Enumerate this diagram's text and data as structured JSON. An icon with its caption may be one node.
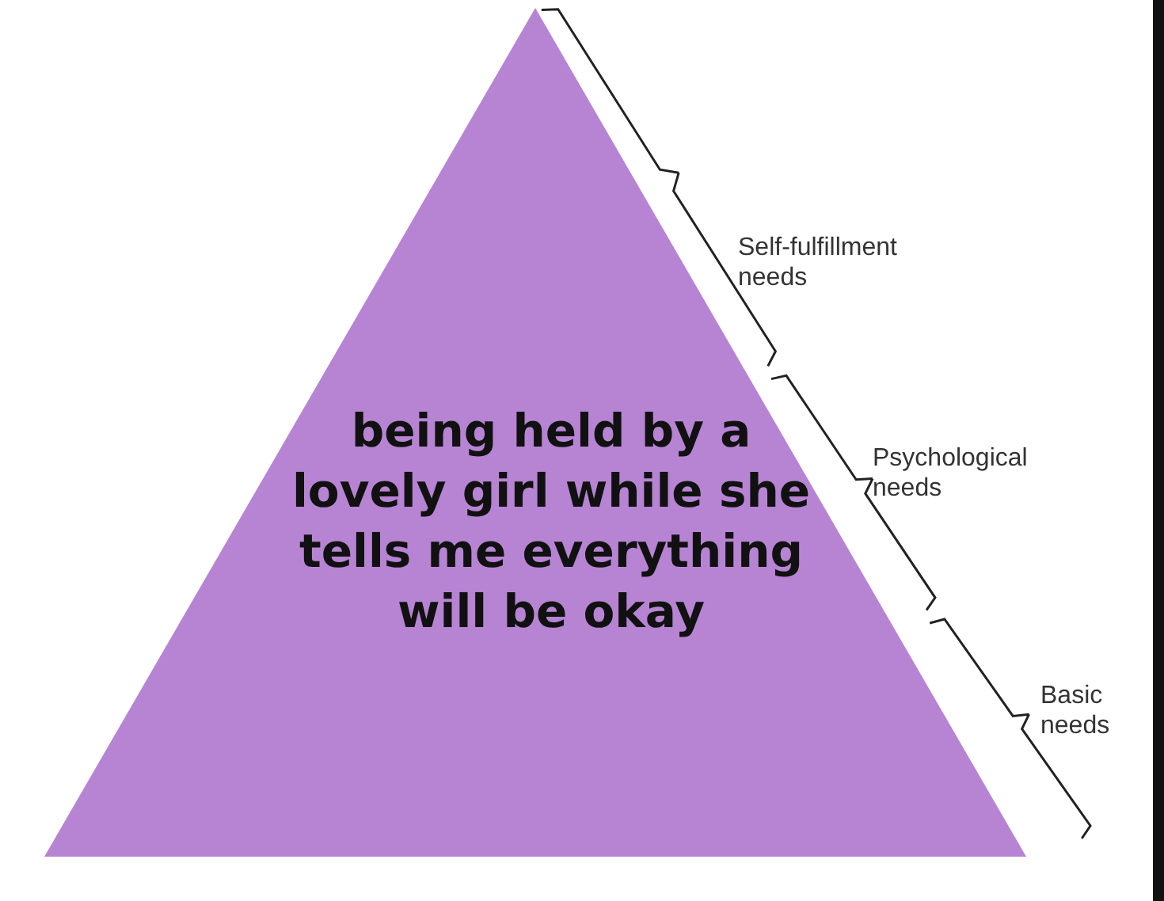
{
  "diagram": {
    "nodes": [
      {
        "text": [
          "being held by a lovely girl while she tells me everything will be okay"
        ]
      }
    ],
    "edges": [],
    "labels": [
      "Self-fulfillment needs",
      "Psychological needs",
      "Basic needs"
    ]
  }
}
